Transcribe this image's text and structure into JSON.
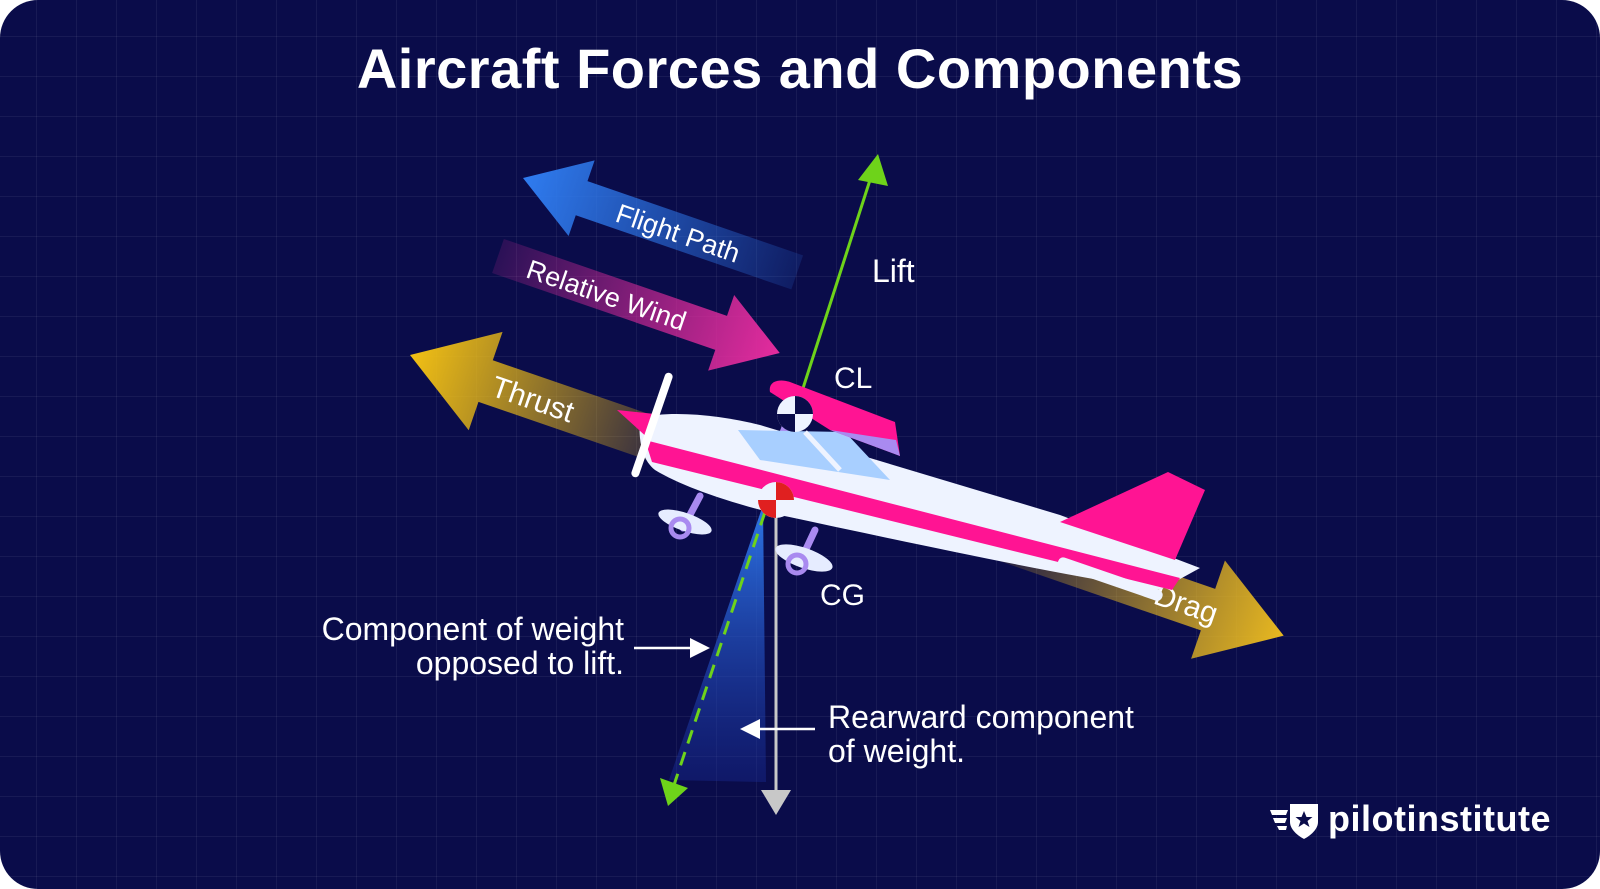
{
  "title": "Aircraft Forces and Components",
  "labels": {
    "flight_path": "Flight Path",
    "relative_wind": "Relative Wind",
    "thrust": "Thrust",
    "lift": "Lift",
    "drag": "Drag",
    "cl": "CL",
    "cg": "CG"
  },
  "annotations": {
    "weight_opposed_line1": "Component of weight",
    "weight_opposed_line2": "opposed to lift.",
    "rearward_line1": "Rearward component",
    "rearward_line2": "of weight."
  },
  "brand": {
    "name": "pilotinstitute",
    "icon": "winged-star-shield-icon"
  },
  "colors": {
    "background": "#0a0c4a",
    "lift": "#6ed31a",
    "thrust_drag": "#e8b820",
    "flight_path": "#2f7cf0",
    "relative_wind": "#e42c9e",
    "airplane_stripe": "#ff1493",
    "weight": "#c8c8c8"
  }
}
